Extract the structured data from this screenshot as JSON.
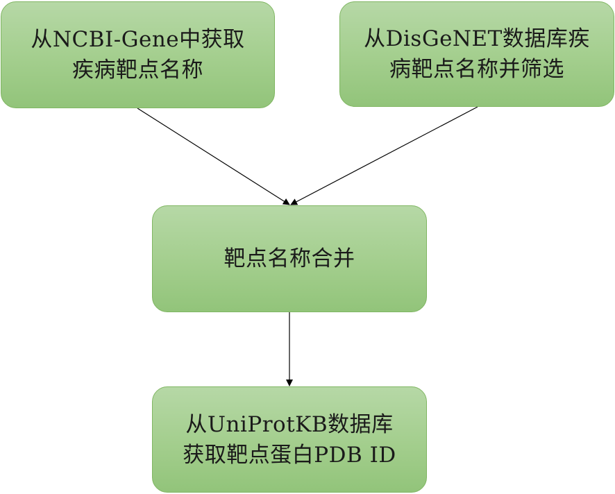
{
  "nodes": {
    "ncbi": {
      "lines": [
        "从NCBI-Gene中获取",
        "疾病靶点名称"
      ]
    },
    "disgenet": {
      "lines": [
        "从DisGeNET数据库疾",
        "病靶点名称并筛选"
      ]
    },
    "merge": {
      "lines": [
        "靶点名称合并"
      ]
    },
    "uniprot": {
      "lines": [
        "从UniProtKB数据库",
        "获取靶点蛋白PDB ID"
      ]
    }
  },
  "edges": [
    {
      "from": "ncbi",
      "to": "merge"
    },
    {
      "from": "disgenet",
      "to": "merge"
    },
    {
      "from": "merge",
      "to": "uniprot"
    }
  ],
  "colors": {
    "node_fill_top": "#b6d8a6",
    "node_fill_bottom": "#92c47a",
    "node_border": "#7fb661",
    "edge": "#000000"
  }
}
